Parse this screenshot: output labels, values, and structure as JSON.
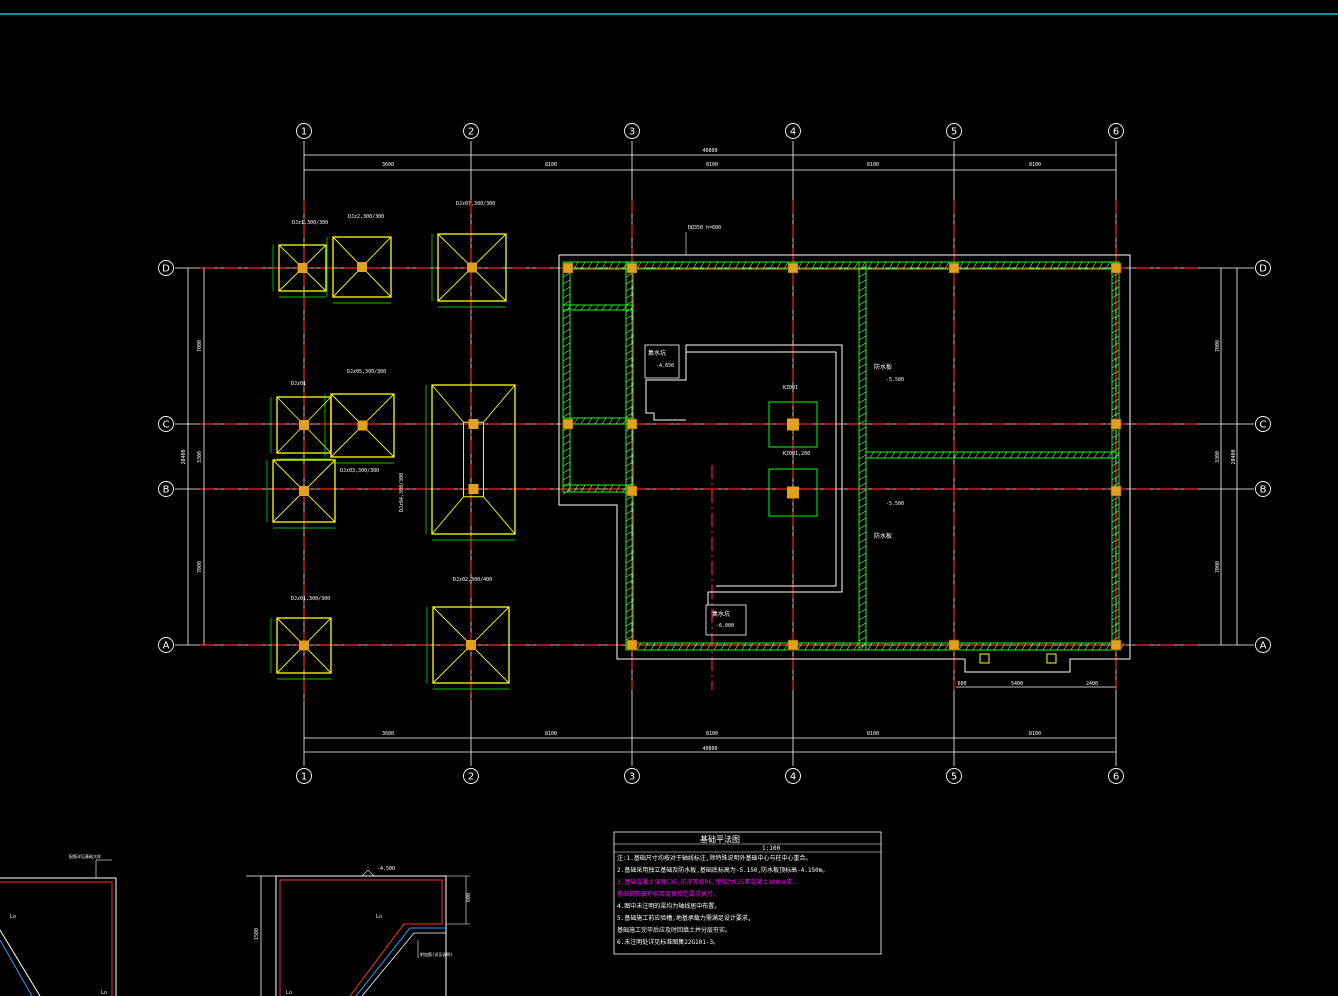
{
  "colors": {
    "background": "#000000",
    "axis": "#ff2020",
    "grid": "#ffffff",
    "wall": "#00ff00",
    "footing": "#ffff00",
    "column": "#e0a020",
    "annotation": "#ff00ff",
    "tab_line": "#00c8c8"
  },
  "axes_x": [
    "1",
    "2",
    "3",
    "4",
    "5",
    "6"
  ],
  "axes_y": [
    "D",
    "C",
    "B",
    "A"
  ],
  "dims": {
    "top_total": "40800",
    "top_spans": [
      "3600",
      "8100",
      "8100",
      "8100",
      "8100"
    ],
    "bottom_total": "40800",
    "bottom_spans": [
      "3600",
      "8100",
      "8100",
      "8100",
      "8100"
    ],
    "left_spans": [
      "7000",
      "3300",
      "7000"
    ],
    "left_total": "20400",
    "right_spans": [
      "7000",
      "3300",
      "7000"
    ],
    "right_total": "20400"
  },
  "footing_labels": [
    "DJz1,300/300",
    "DJz2,300/300",
    "DJz07,300/300",
    "DJz01",
    "DJz05,300/300",
    "DJz03,300/300",
    "DJz04,300/300",
    "DJz01,300/300",
    "DJz02,300/400"
  ],
  "plan_notes": {
    "wall_tag": "DQ350 h=600",
    "pit_1": "集水坑",
    "pit_2": "集水坑",
    "elev_1": "-5.500",
    "elev_2": "-5.500",
    "elev_3": "-4.650",
    "elev_4": "-6.000",
    "zone_1": "防水板",
    "zone_2": "防水板",
    "col_tag_1": "KZ001",
    "col_tag_2": "KZ001,200",
    "bottom_dims": [
      "600",
      "5400",
      "2400"
    ]
  },
  "title_block": {
    "title": "基础平法图",
    "scale": "1:100",
    "notes": [
      "注:1.基础尺寸均按对于轴线标注,除特殊说明外基础中心与柱中心重合。",
      "2.基础采用独立基础及防水板,基础底标高为-5.150,防水板顶标高-4.150m。",
      "3.基础混凝土强度C35,抗渗等级P6,垫层为C15素混凝土100mm厚。",
      "基础钢筋保护层厚度按规范要求执行。",
      "4.图中未注明的梁均为轴线居中布置。",
      "5.基础施工前应验槽,地基承载力需满足设计要求,",
      "基础施工完毕后应及时回填土并分层夯实。",
      "6.未注明处详见标准图集22G101-3。"
    ]
  },
  "details": {
    "left_tag": "配筋详见基础大样",
    "elev": "-4.500",
    "lo_1": "Lo",
    "lo_2": "Lo",
    "lo_3": "Lo",
    "lo_4": "Lo",
    "dim_v": "1500",
    "dim_r": "600",
    "tag_r": "附加筋(详见说明)"
  }
}
